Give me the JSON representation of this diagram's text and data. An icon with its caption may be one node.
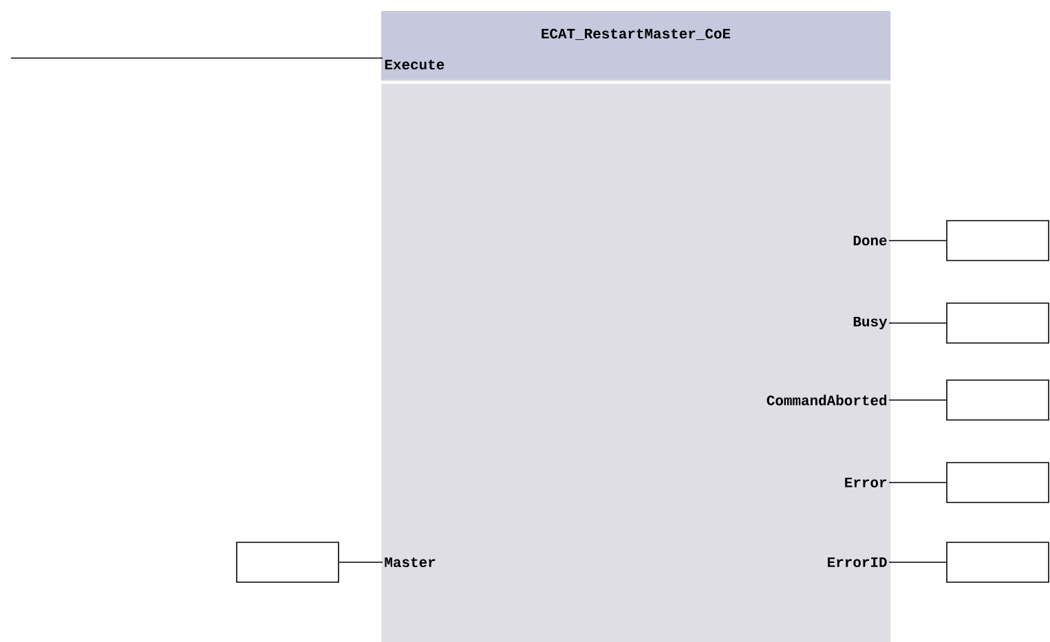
{
  "diagram": {
    "nodes": [
      {
        "text": [
          "ECAT_RestartMaster_CoE"
        ]
      },
      {
        "text": [
          "Execute"
        ],
        "in": 0
      },
      {
        "text": [
          "Done"
        ],
        "in": 0
      },
      {
        "text": [
          "Busy"
        ],
        "in": 0
      },
      {
        "text": [
          "CommandAborted"
        ],
        "in": 0
      },
      {
        "text": [
          "Error"
        ],
        "in": 0
      },
      {
        "text": [
          "Master"
        ],
        "in": 0
      },
      {
        "text": [
          "ErrorID"
        ],
        "in": 0
      },
      {
        "text": [],
        "shape": "box"
      },
      {
        "text": [],
        "shape": "box"
      },
      {
        "text": [],
        "shape": "box"
      },
      {
        "text": [],
        "shape": "box"
      },
      {
        "text": [],
        "shape": "box"
      },
      {
        "text": [],
        "shape": "box"
      }
    ],
    "edges": [
      {
        "from": null,
        "to": 1,
        "arrow": "none"
      },
      {
        "from": 2,
        "to": 9,
        "arrow": "none"
      },
      {
        "from": 3,
        "to": 10,
        "arrow": "none"
      },
      {
        "from": 4,
        "to": 11,
        "arrow": "none"
      },
      {
        "from": 5,
        "to": 12,
        "arrow": "none"
      },
      {
        "from": 8,
        "to": 6,
        "arrow": "none"
      },
      {
        "from": 7,
        "to": 13,
        "arrow": "none"
      }
    ]
  }
}
